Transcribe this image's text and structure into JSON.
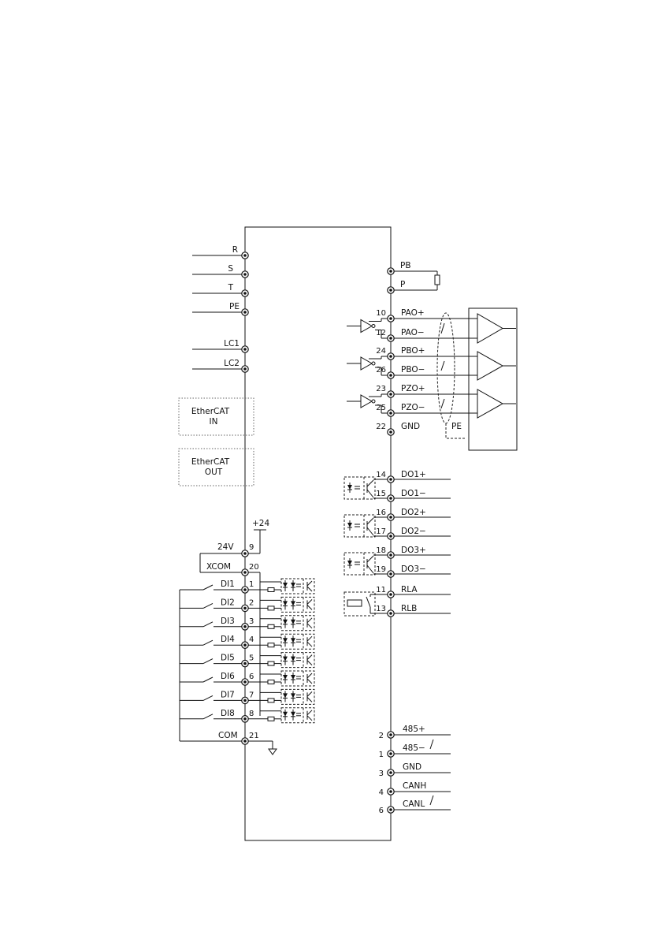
{
  "colors": {
    "line": "#111111",
    "background": "#ffffff"
  },
  "icons": [
    "terminal-icon",
    "optocoupler-icon",
    "relay-icon",
    "comparator-icon",
    "line-driver-icon",
    "resistor-icon",
    "ground-icon",
    "switch-icon",
    "shield-icon"
  ],
  "power": {
    "R": "R",
    "S": "S",
    "T": "T",
    "PE": "PE",
    "LC1": "LC1",
    "LC2": "LC2",
    "PB": "PB",
    "P": "P"
  },
  "ethercat": {
    "in": [
      "EtherCAT",
      "IN"
    ],
    "out": [
      "EtherCAT",
      "OUT"
    ]
  },
  "supply": {
    "plus24": "+24",
    "v24": "24V",
    "pin9": "9",
    "xcom": "XCOM",
    "pin20": "20",
    "com": "COM",
    "pin21": "21"
  },
  "inputs": [
    {
      "name": "DI1",
      "pin": "1"
    },
    {
      "name": "DI2",
      "pin": "2"
    },
    {
      "name": "DI3",
      "pin": "3"
    },
    {
      "name": "DI4",
      "pin": "4"
    },
    {
      "name": "DI5",
      "pin": "5"
    },
    {
      "name": "DI6",
      "pin": "6"
    },
    {
      "name": "DI7",
      "pin": "7"
    },
    {
      "name": "DI8",
      "pin": "8"
    }
  ],
  "encoder": [
    {
      "pin": "10",
      "name": "PAO+"
    },
    {
      "pin": "12",
      "name": "PAO−"
    },
    {
      "pin": "24",
      "name": "PBO+"
    },
    {
      "pin": "26",
      "name": "PBO−"
    },
    {
      "pin": "23",
      "name": "PZO+"
    },
    {
      "pin": "25",
      "name": "PZO−"
    },
    {
      "pin": "22",
      "name": "GND"
    }
  ],
  "shield_pe": "PE",
  "outputs": [
    {
      "pin": "14",
      "name": "DO1+"
    },
    {
      "pin": "15",
      "name": "DO1−"
    },
    {
      "pin": "16",
      "name": "DO2+"
    },
    {
      "pin": "17",
      "name": "DO2−"
    },
    {
      "pin": "18",
      "name": "DO3+"
    },
    {
      "pin": "19",
      "name": "DO3−"
    },
    {
      "pin": "11",
      "name": "RLA"
    },
    {
      "pin": "13",
      "name": "RLB"
    }
  ],
  "comm": [
    {
      "pin": "2",
      "name": "485+"
    },
    {
      "pin": "1",
      "name": "485−"
    },
    {
      "pin": "3",
      "name": "GND"
    },
    {
      "pin": "4",
      "name": "CANH"
    },
    {
      "pin": "6",
      "name": "CANL"
    }
  ]
}
